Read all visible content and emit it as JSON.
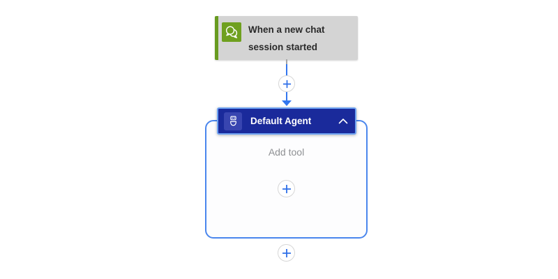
{
  "trigger": {
    "title": "When a new chat session started",
    "icon": "chat-bubbles-icon",
    "colors": {
      "card_bg": "#d4d4d4",
      "accent_bar": "#689b20",
      "icon_bg": "#6fa01f",
      "text": "#2a2a2a"
    }
  },
  "connector": {
    "line_color": "#3276ef",
    "stub_color": "#a5a5a5",
    "plus_color": "#2e6fe8",
    "plus_circle_border": "#d6d6d6",
    "insert_icon": "plus-icon"
  },
  "agent": {
    "header": {
      "title": "Default Agent",
      "icon": "bot-icon",
      "collapse_icon": "chevron-up-icon",
      "bg": "#1a2a9b",
      "selected_border": "#6fa3f3",
      "chip_bg": "#3845b0"
    },
    "body": {
      "placeholder": "Add tool",
      "add_icon": "plus-icon",
      "border": "#4a86ed",
      "bg": "#fdfdfe"
    }
  }
}
